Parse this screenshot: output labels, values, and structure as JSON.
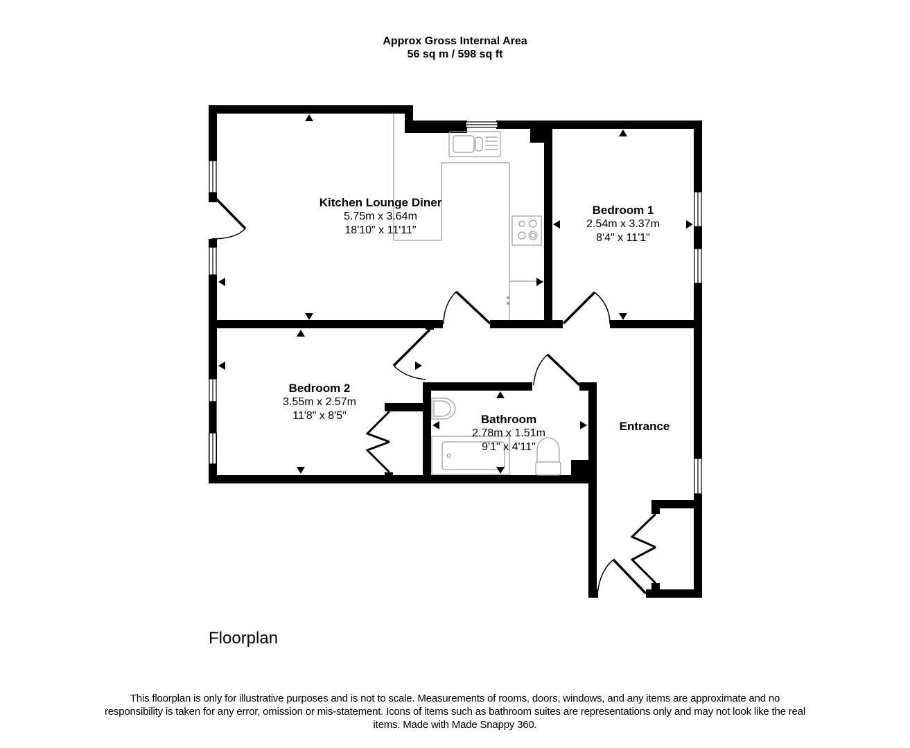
{
  "header": {
    "title": "Approx Gross Internal Area",
    "area": "56 sq m / 598 sq ft"
  },
  "rooms": [
    {
      "name": "Kitchen Lounge Diner",
      "metric": "5.75m x 3.64m",
      "imperial": "18'10\" x 11'11\""
    },
    {
      "name": "Bedroom 1",
      "metric": "2.54m x 3.37m",
      "imperial": "8'4\" x 11'1\""
    },
    {
      "name": "Bedroom 2",
      "metric": "3.55m x 2.57m",
      "imperial": "11'8\" x 8'5\""
    },
    {
      "name": "Bathroom",
      "metric": "2.78m x 1.51m",
      "imperial": "9'1\" x 4'11\""
    },
    {
      "name": "Entrance"
    }
  ],
  "floor_name": "Floorplan",
  "disclaimer": "This floorplan is only for illustrative purposes and is not to scale. Measurements of rooms, doors, windows, and any items are approximate and no responsibility is taken for any error, omission or mis-statement. Icons of items such as bathroom suites are representations only and may not look like the real items. Made with Made Snappy 360.",
  "colors": {
    "wall": "#000000",
    "fixture": "#9a9a9a",
    "background": "#ffffff"
  }
}
